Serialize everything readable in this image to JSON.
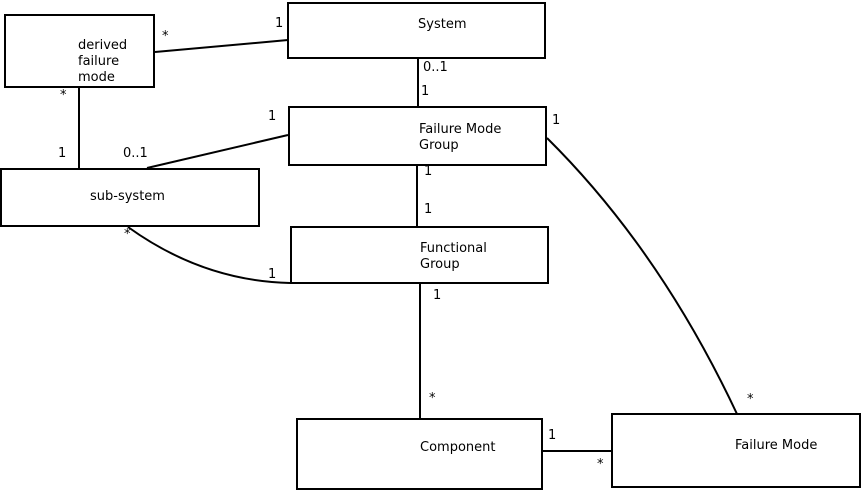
{
  "diagram": {
    "type": "class-diagram",
    "colors": {
      "background": "#ffffff",
      "box_fill": "#ffffff",
      "line": "#000000",
      "text": "#000000"
    },
    "entities": {
      "derived_failure_mode": {
        "label": "derived\nfailure\nmode"
      },
      "system": {
        "label": "System"
      },
      "failure_mode_group": {
        "label": "Failure Mode\nGroup"
      },
      "sub_system": {
        "label": "sub-system"
      },
      "functional_group": {
        "label": "Functional\nGroup"
      },
      "component": {
        "label": "Component"
      },
      "failure_mode": {
        "label": "Failure Mode"
      }
    },
    "relationships": [
      {
        "from": "derived failure mode",
        "to": "System",
        "from_mult": "*",
        "to_mult": "1"
      },
      {
        "from": "derived failure mode",
        "to": "sub-system",
        "from_mult": "*",
        "to_mult": "1"
      },
      {
        "from": "System",
        "to": "Failure Mode Group",
        "from_mult": "0..1",
        "to_mult": "1"
      },
      {
        "from": "Failure Mode Group",
        "to": "sub-system",
        "from_mult": "1",
        "to_mult": "0..1"
      },
      {
        "from": "Failure Mode Group",
        "to": "Functional Group",
        "from_mult": "1",
        "to_mult": "1"
      },
      {
        "from": "sub-system",
        "to": "Functional Group",
        "from_mult": "*",
        "to_mult": "1"
      },
      {
        "from": "Failure Mode Group",
        "to": "Failure Mode",
        "from_mult": "1",
        "to_mult": "*"
      },
      {
        "from": "Functional Group",
        "to": "Component",
        "from_mult": "1",
        "to_mult": "*"
      },
      {
        "from": "Component",
        "to": "Failure Mode",
        "from_mult": "1",
        "to_mult": "*"
      }
    ]
  }
}
